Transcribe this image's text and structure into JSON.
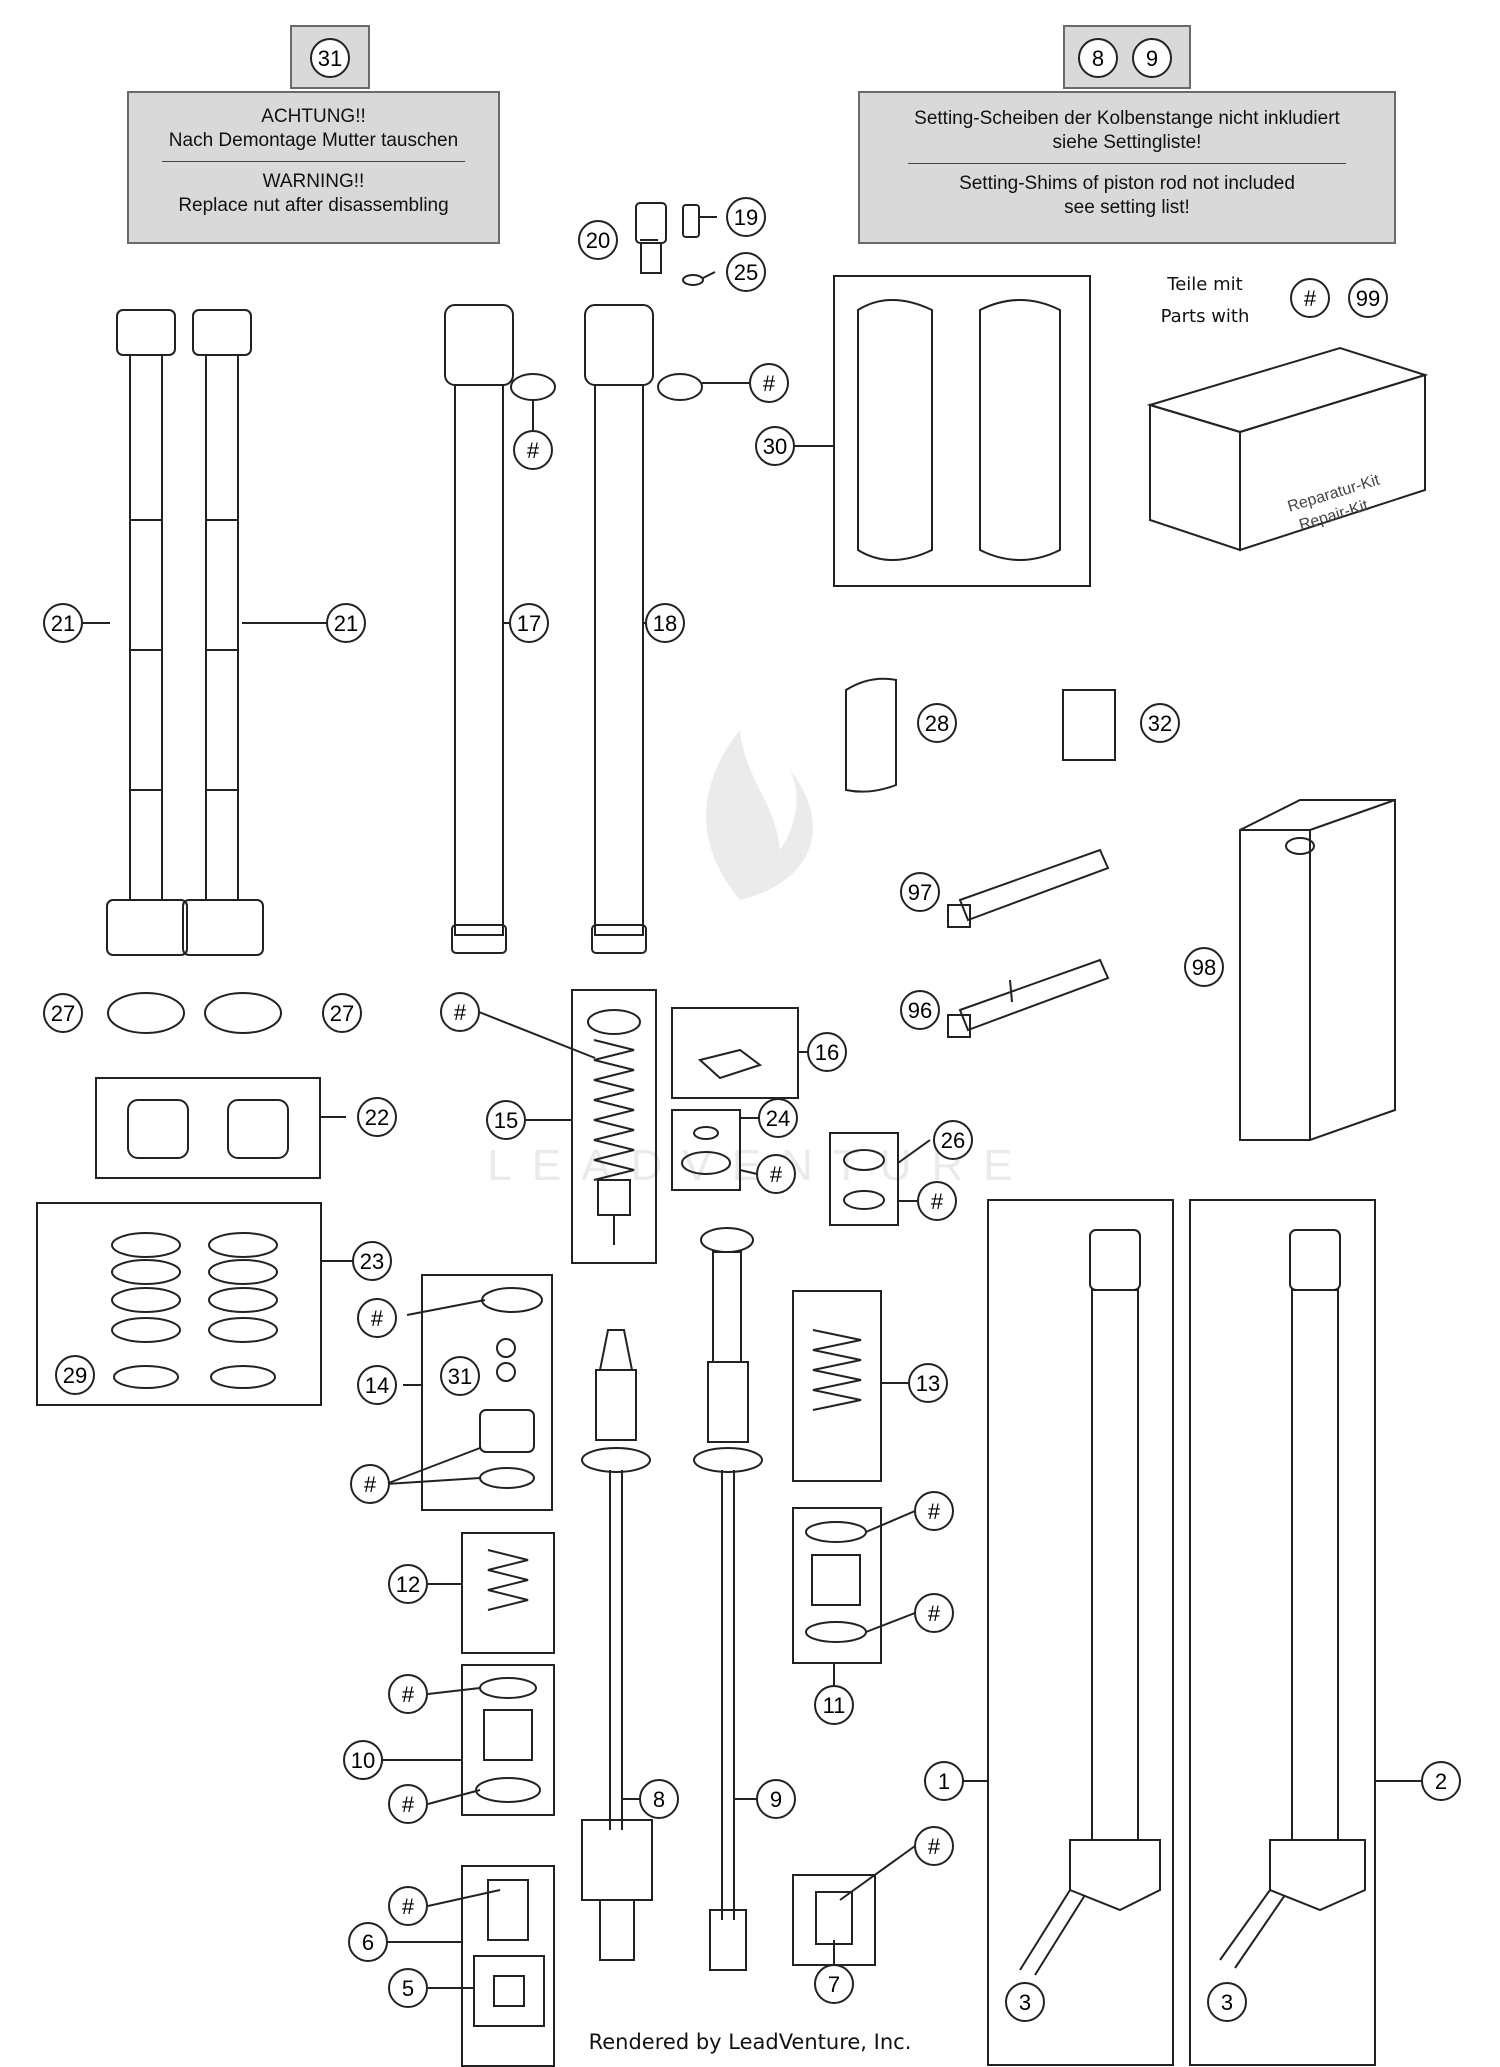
{
  "labels": {
    "n1": "1",
    "n2": "2",
    "n3": "3",
    "n5": "5",
    "n6": "6",
    "n7": "7",
    "n8": "8",
    "n9": "9",
    "n10": "10",
    "n11": "11",
    "n12": "12",
    "n13": "13",
    "n14": "14",
    "n15": "15",
    "n16": "16",
    "n17": "17",
    "n18": "18",
    "n19": "19",
    "n20": "20",
    "n21": "21",
    "n22": "22",
    "n23": "23",
    "n24": "24",
    "n25": "25",
    "n26": "26",
    "n27": "27",
    "n28": "28",
    "n29": "29",
    "n30": "30",
    "n31": "31",
    "n32": "32",
    "n96": "96",
    "n97": "97",
    "n98": "98",
    "n99": "99",
    "hash": "#"
  },
  "notes": {
    "warning": {
      "tag": "31",
      "line1": "ACHTUNG!!",
      "line2": "Nach Demontage Mutter tauschen",
      "line3": "WARNING!!",
      "line4": "Replace nut after disassembling"
    },
    "settings": {
      "tag_a": "8",
      "tag_b": "9",
      "line1": "Setting-Scheiben der Kolbenstange nicht inkludiert",
      "line2": "siehe Settingliste!",
      "line3": "Setting-Shims of piston rod not included",
      "line4": "see setting list!"
    },
    "parts_with": {
      "line1": "Teile mit",
      "line2": "Parts with"
    }
  },
  "box": {
    "line1": "Reparatur-Kit",
    "line2": "Repair-Kit"
  },
  "credit": "Rendered by LeadVenture, Inc."
}
